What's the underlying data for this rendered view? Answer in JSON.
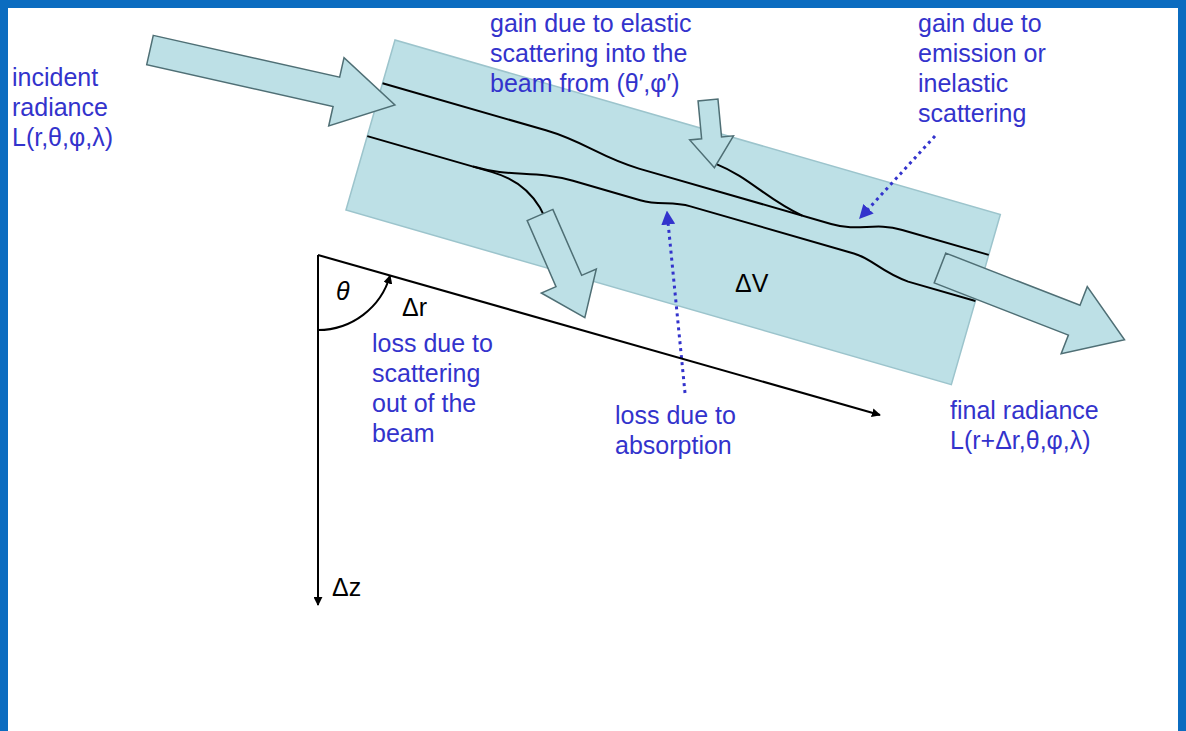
{
  "diagram": {
    "labels": [
      "incident radiance L(r,θ,φ,λ)",
      "gain due to elastic scattering into the beam from (θ′,φ′)",
      "gain due to emission or inelastic scattering",
      "θ",
      "Δr",
      "ΔV",
      "Δz",
      "loss due to scattering out of the beam",
      "loss due to absorption",
      "final radiance L(r+Δr,θ,φ,λ)"
    ]
  }
}
